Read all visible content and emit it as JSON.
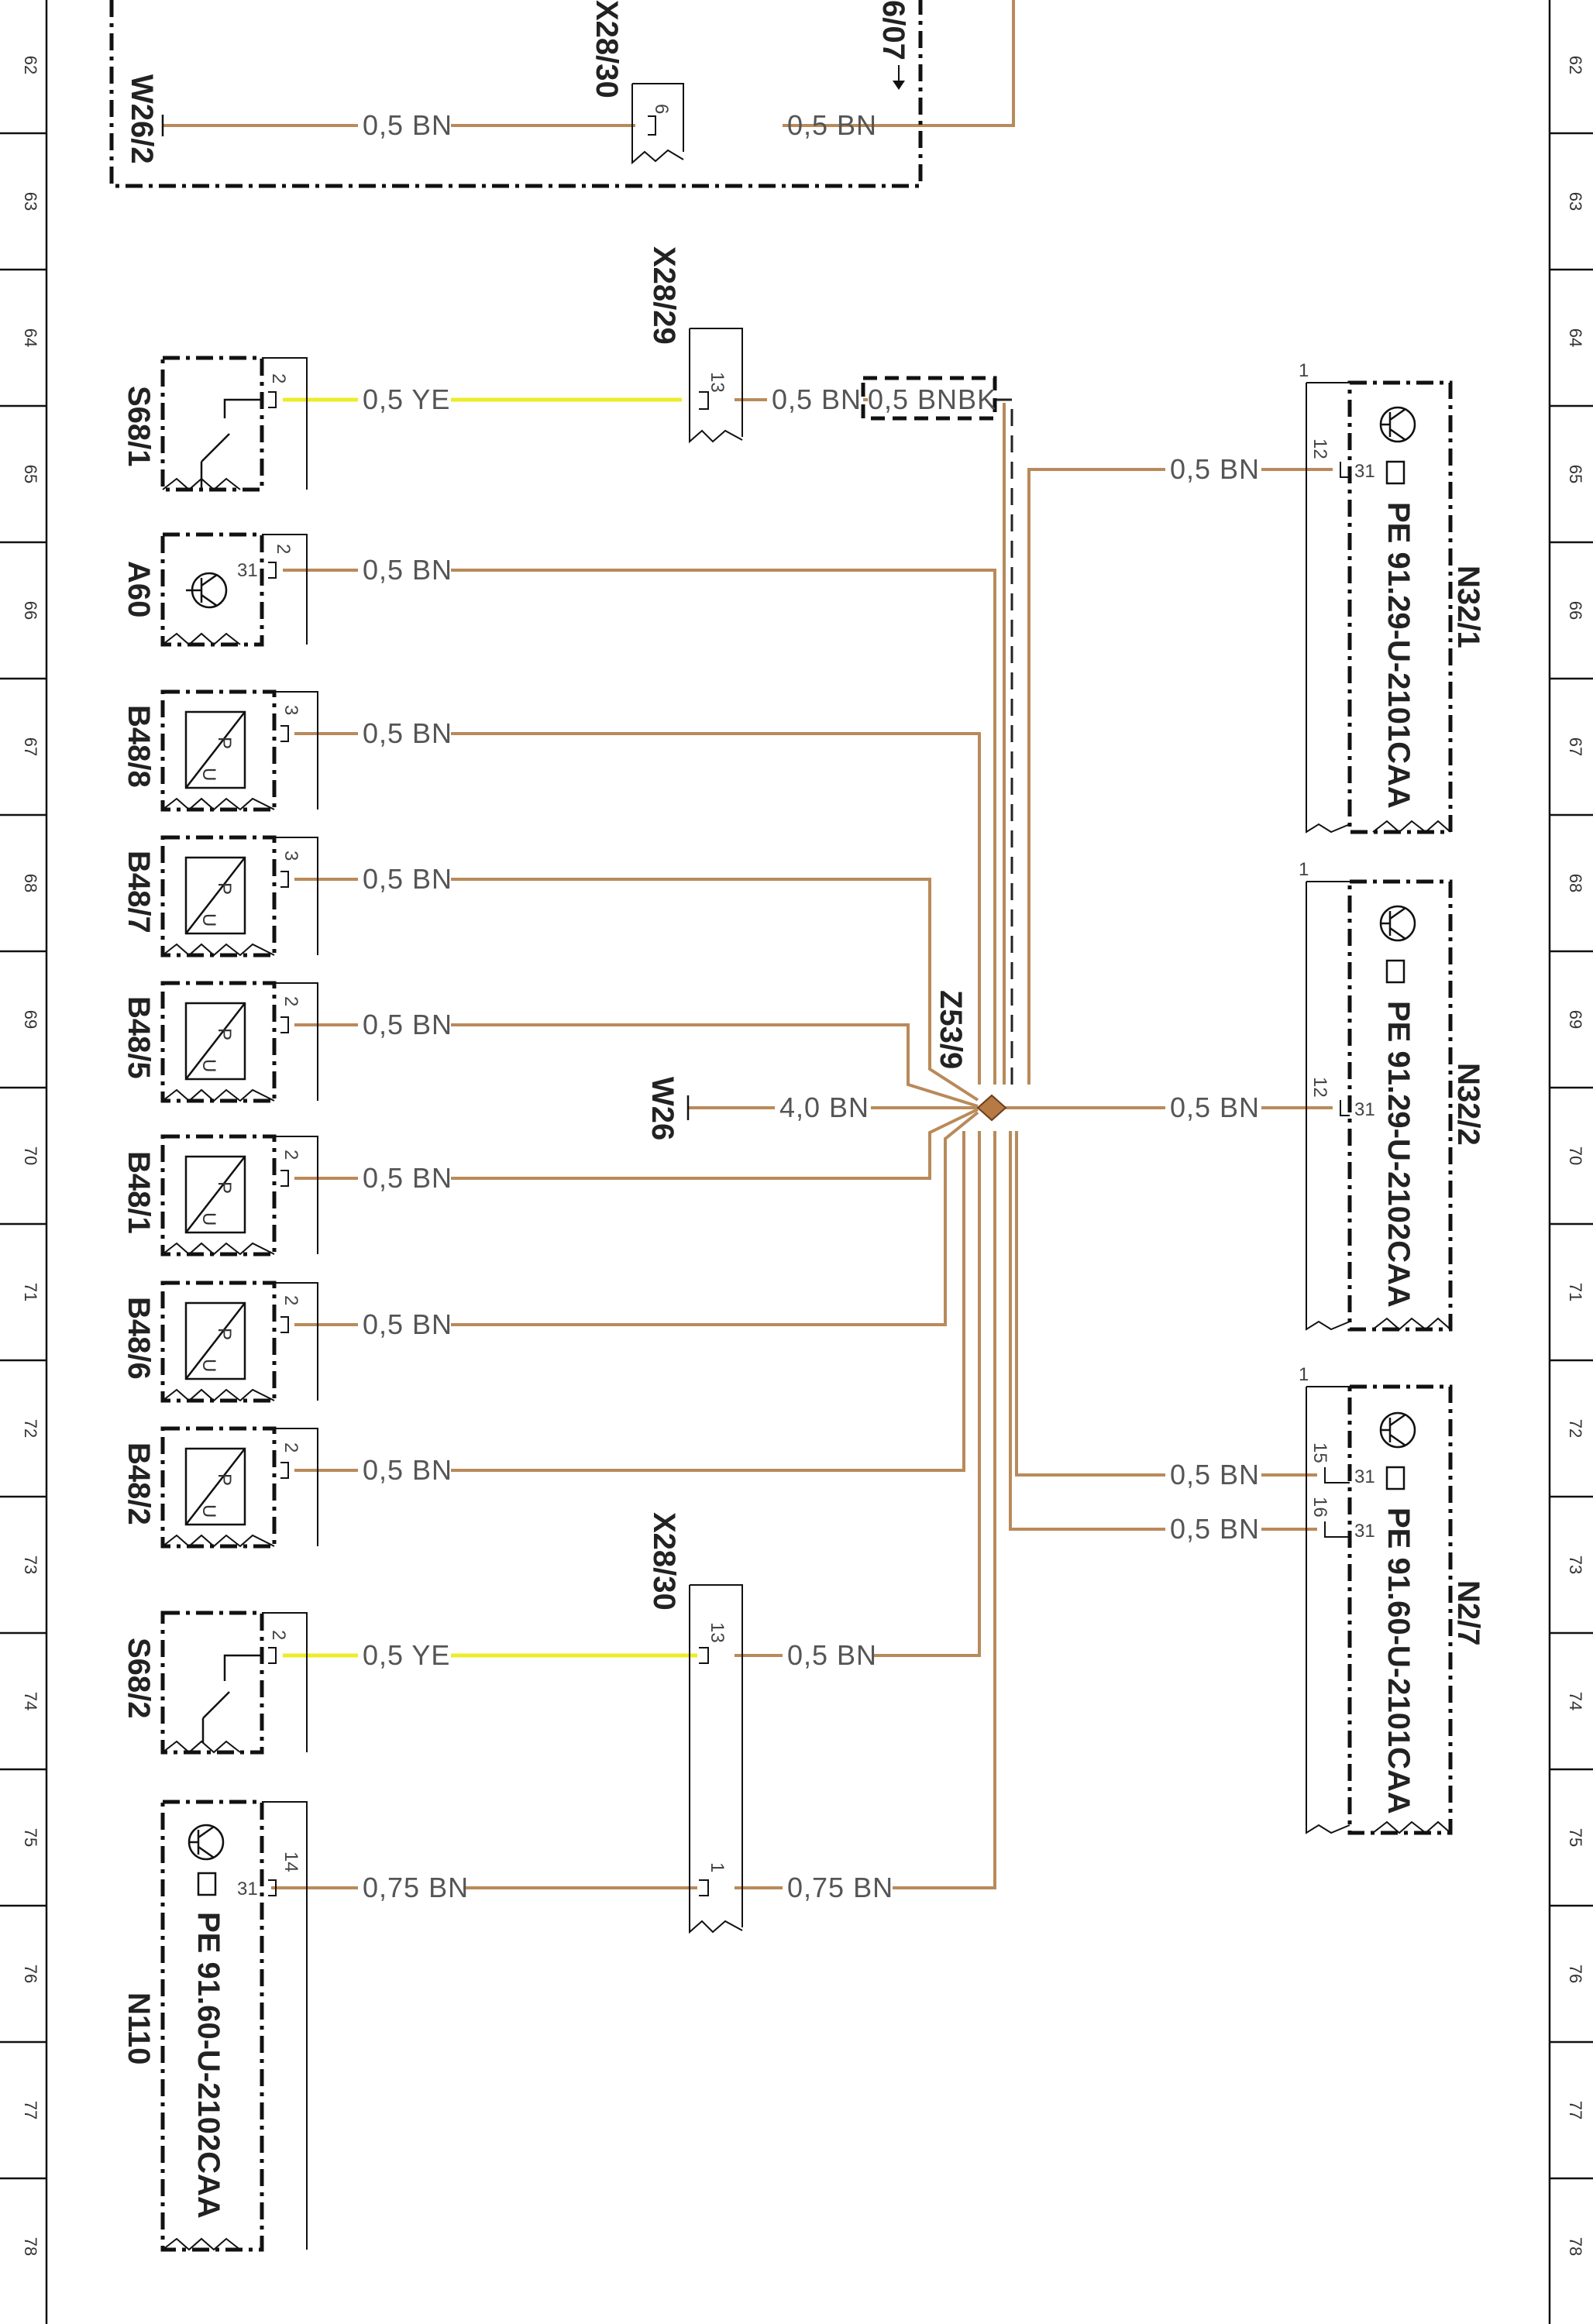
{
  "grid_numbers": [
    "62",
    "63",
    "64",
    "65",
    "66",
    "67",
    "68",
    "69",
    "70",
    "71",
    "72",
    "73",
    "74",
    "75",
    "76",
    "77",
    "78"
  ],
  "components": {
    "w26_2": "W26/2",
    "x28_30_top": "X28/30",
    "ref_top": "6/07",
    "x28_29": "X28/29",
    "s68_1": "S68/1",
    "a60": "A60",
    "b48_8": "B48/8",
    "b48_7": "B48/7",
    "b48_5": "B48/5",
    "b48_1": "B48/1",
    "b48_6": "B48/6",
    "b48_2": "B48/2",
    "s68_2": "S68/2",
    "n110": "N110",
    "z53_9": "Z53/9",
    "w26": "W26",
    "x28_30": "X28/30",
    "n32_1": "N32/1",
    "n32_2": "N32/2",
    "n2_7": "N2/7"
  },
  "part_numbers": {
    "n32_1": "PE 91.29-U-2101CAA",
    "n32_2": "PE 91.29-U-2102CAA",
    "n2_7": "PE 91.60-U-2101CAA",
    "n110": "PE 91.60-U-2102CAA"
  },
  "wire_labels": {
    "bn_05": "0,5 BN",
    "bn_075": "0,75 BN",
    "ye_05": "0,5 YE",
    "bnbk_05": "0,5 BNBK",
    "bn_40": "4,0 BN"
  },
  "pins": {
    "p1": "1",
    "p2": "2",
    "p3": "3",
    "p6": "6",
    "p12": "12",
    "p13": "13",
    "p14": "14",
    "p15": "15",
    "p16": "16",
    "p31": "31"
  },
  "colors": {
    "wire_brown": "#b98a5a",
    "wire_yellow": "#ecec2a",
    "wire_black": "#222222"
  },
  "icons": [
    "transistor-icon",
    "sensor-pu-icon",
    "switch-icon",
    "hand-pointer-icon",
    "splice-icon"
  ]
}
